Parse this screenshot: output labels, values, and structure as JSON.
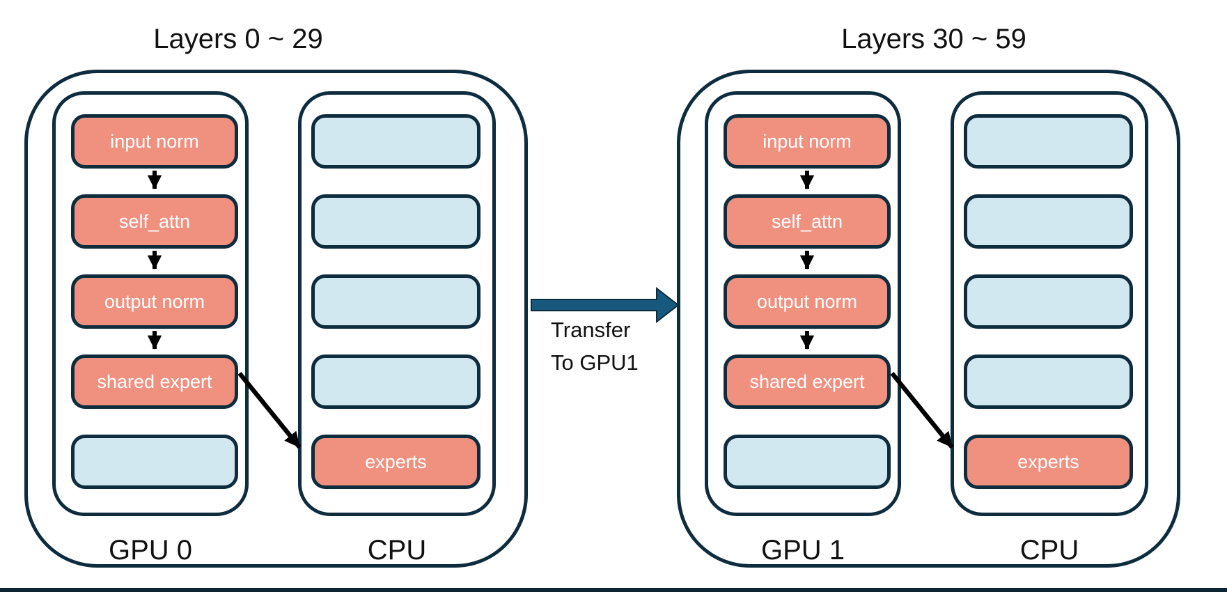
{
  "colors": {
    "ink": "#0d2c3d",
    "salmon": "#f09180",
    "lightblue": "#d2e8f0",
    "teal": "#17597c",
    "text-dark": "#111111",
    "text-light": "#ffffff",
    "bottom-bar": "#0d2531"
  },
  "groups": [
    {
      "title": "Layers 0 ~ 29",
      "gpu_label": "GPU 0",
      "cpu_label": "CPU",
      "gpu_boxes": [
        "input norm",
        "self_attn",
        "output norm",
        "shared expert",
        ""
      ],
      "cpu_boxes": [
        "",
        "",
        "",
        "",
        "experts"
      ]
    },
    {
      "title": "Layers 30 ~ 59",
      "gpu_label": "GPU 1",
      "cpu_label": "CPU",
      "gpu_boxes": [
        "input norm",
        "self_attn",
        "output norm",
        "shared expert",
        ""
      ],
      "cpu_boxes": [
        "",
        "",
        "",
        "",
        "experts"
      ]
    }
  ],
  "transfer": {
    "line1": "Transfer",
    "line2": "To GPU1"
  }
}
